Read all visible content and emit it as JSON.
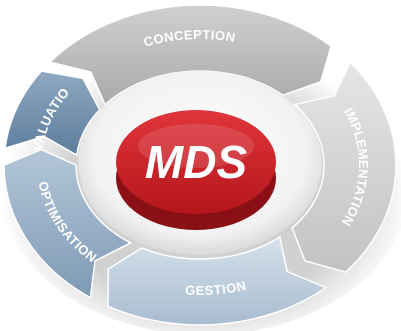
{
  "cycle": {
    "center": {
      "label": "MDS",
      "color": "#c81e24",
      "color_dark": "#8a1016"
    },
    "segments": [
      {
        "id": "conception",
        "label": "CONCEPTION",
        "color": "#a9a9a9",
        "color_light": "#d0d0d0"
      },
      {
        "id": "implementation",
        "label": "IMPLEMENTATION",
        "color": "#c2c2c2",
        "color_light": "#e6e6e6"
      },
      {
        "id": "gestion",
        "label": "GESTION",
        "color": "#a8bccf",
        "color_light": "#d6e1ec"
      },
      {
        "id": "optimisation",
        "label": "OPTIMISATION",
        "color": "#7f9ab5",
        "color_light": "#b3c6d8"
      },
      {
        "id": "evaluation",
        "label": "ÉVALUATION",
        "color": "#5d7d9c",
        "color_light": "#8fa9c2"
      }
    ]
  }
}
